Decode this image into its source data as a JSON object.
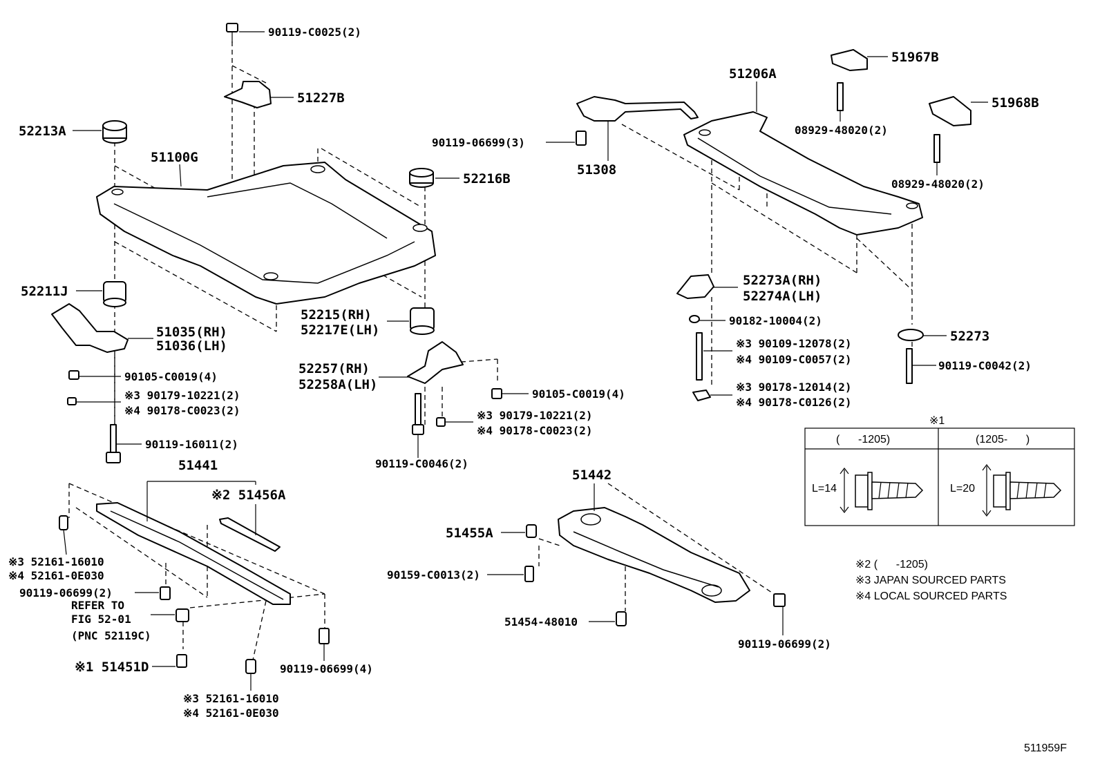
{
  "labels": {
    "p_90119_C0025": "90119-C0025(2)",
    "p_51227B": "51227B",
    "p_52213A": "52213A",
    "p_51100G": "51100G",
    "p_90119_06699_3": "90119-06699(3)",
    "p_51308": "51308",
    "p_52216B": "52216B",
    "p_51206A": "51206A",
    "p_51967B": "51967B",
    "p_51968B": "51968B",
    "p_08929_48020_a": "08929-48020(2)",
    "p_08929_48020_b": "08929-48020(2)",
    "p_52211J": "52211J",
    "p_51035": "51035(RH)",
    "p_51036": "51036(LH)",
    "p_52215": "52215(RH)",
    "p_52217E": "52217E(LH)",
    "p_52273A": "52273A(RH)",
    "p_52274A": "52274A(LH)",
    "p_90182": "90182-10004(2)",
    "p_52273": "52273",
    "p_90105_C0019_a": "90105-C0019(4)",
    "p_90179_10221_a": "※3 90179-10221(2)",
    "p_90178_C0023_a": "※4 90178-C0023(2)",
    "p_52257": "52257(RH)",
    "p_52258A": "52258A(LH)",
    "p_90109_12078": "※3 90109-12078(2)",
    "p_90109_C0057": "※4 90109-C0057(2)",
    "p_90119_C0042": "90119-C0042(2)",
    "p_90105_C0019_b": "90105-C0019(4)",
    "p_90178_12014": "※3 90178-12014(2)",
    "p_90178_C0126": "※4 90178-C0126(2)",
    "p_90179_10221_b": "※3 90179-10221(2)",
    "p_90178_C0023_b": "※4 90178-C0023(2)",
    "p_90119_16011": "90119-16011(2)",
    "p_90119_C0046": "90119-C0046(2)",
    "p_51441": "51441",
    "p_51456A": "※2 51456A",
    "p_51442": "51442",
    "p_51455A": "51455A",
    "p_52161_16010_a": "※3 52161-16010",
    "p_52161_0E030_a": "※4 52161-0E030",
    "p_90119_06699_2a": "90119-06699(2)",
    "p_refer1": "REFER TO",
    "p_refer2": "FIG 52-01",
    "p_refer3": "(PNC 52119C)",
    "p_90159_C0013": "90159-C0013(2)",
    "p_51451D": "※1 51451D",
    "p_90119_06699_4": "90119-06699(4)",
    "p_51454": "51454-48010",
    "p_90119_06699_2b": "90119-06699(2)",
    "p_52161_16010_b": "※3 52161-16010",
    "p_52161_0E030_b": "※4 52161-0E030",
    "figure_id": "511959F"
  },
  "table": {
    "title": "※1",
    "col1_header": "(      -1205)",
    "col2_header": "(1205-      )",
    "col1_length": "L=14",
    "col2_length": "L=20"
  },
  "notes": {
    "n2": "※2 (      -1205)",
    "n3": "※3 JAPAN SOURCED PARTS",
    "n4": "※4 LOCAL SOURCED PARTS"
  }
}
